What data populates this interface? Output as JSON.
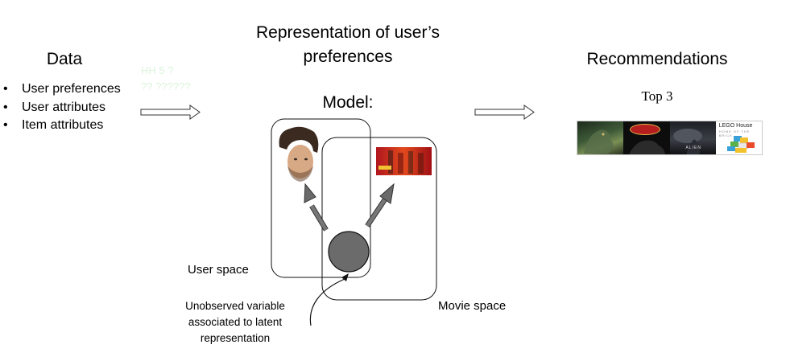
{
  "left": {
    "title": "Data",
    "items": [
      "User preferences",
      "User attributes",
      "Item attributes"
    ],
    "faint_lines": [
      "HH 5 ?",
      "?? ??????"
    ]
  },
  "center": {
    "title_line1": "Representation of user’s",
    "title_line2": "preferences",
    "model_label": "Model:",
    "user_space_label": "User space",
    "movie_space_label": "Movie space",
    "latent_label_line1": "Unobserved variable",
    "latent_label_line2": "associated to latent",
    "latent_label_line3": "representation",
    "user_image": "face-photo",
    "movie_image": "superhero-movie-poster"
  },
  "right": {
    "title": "Recommendations",
    "top_label": "Top 3",
    "posters": [
      "dinosaur-poster",
      "jurassic-logo-poster",
      "alien-poster",
      "lego-house-poster"
    ],
    "lego_text": "LEGO House",
    "lego_subtext": "HOME OF THE BRICK",
    "alien_text": "ALIEN"
  },
  "colors": {
    "latent_node": "#6b6b6b",
    "arrow": "#737373"
  }
}
